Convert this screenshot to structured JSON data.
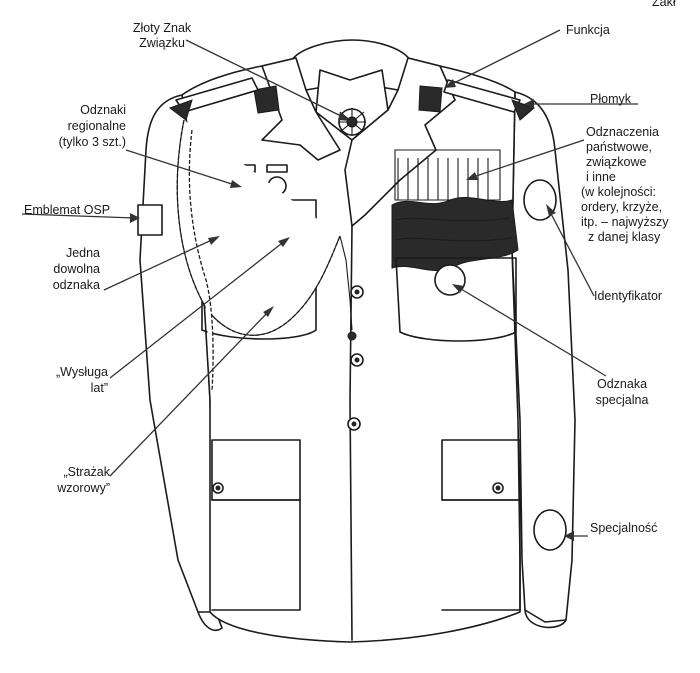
{
  "header_fragment": "Zakł",
  "labels": {
    "zloty_znak": [
      "Złoty Znak",
      "Związku"
    ],
    "funkcja": [
      "Funkcja"
    ],
    "plomyk": [
      "Płomyk"
    ],
    "odznaki_regionalne": [
      "Odznaki",
      "regionalne",
      "(tylko 3 szt.)"
    ],
    "odznaczenia": [
      "Odznaczenia",
      "państwowe,",
      "związkowe",
      "i inne",
      "(w kolejności:",
      "ordery, krzyże,",
      "itp. – najwyższy",
      "z danej klasy"
    ],
    "emblemat": [
      "Emblemat OSP"
    ],
    "jedna_odznaka": [
      "Jedna",
      "dowolna",
      "odznaka"
    ],
    "identyfikator": [
      "Identyfikator"
    ],
    "wysluga": [
      "„Wysługa",
      "lat”"
    ],
    "odznaka_specjalna": [
      "Odznaka",
      "specjalna"
    ],
    "strazak": [
      "„Strażak",
      "wzorowy”"
    ],
    "specjalnosc": [
      "Specjalność"
    ]
  },
  "colors": {
    "ink": "#1b1b1b",
    "paper": "#ffffff"
  }
}
